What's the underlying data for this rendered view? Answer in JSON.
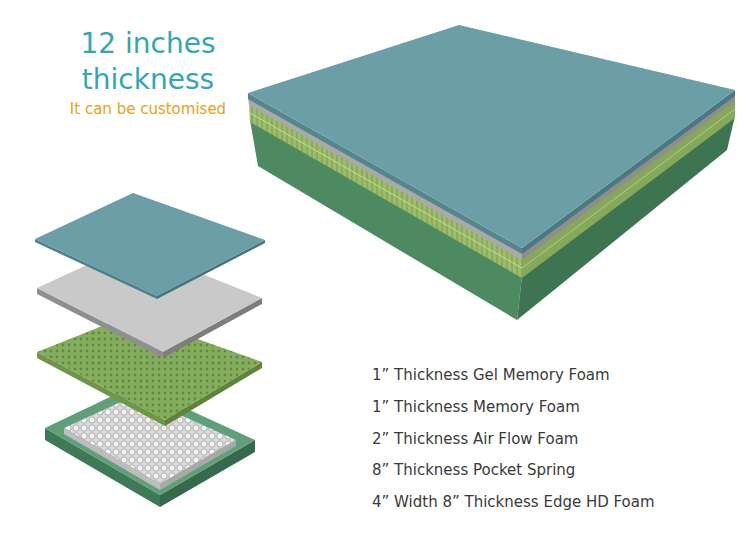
{
  "diagram": {
    "title": "12 inches thickness",
    "labels": [
      "It can be customised",
      "1” Thickness Gel Memory Foam",
      "1” Thickness Memory Foam",
      "2” Thickness Air Flow Foam",
      "8” Thickness Pocket Spring",
      "4” Width 8” Thickness Edge HD Foam"
    ]
  }
}
